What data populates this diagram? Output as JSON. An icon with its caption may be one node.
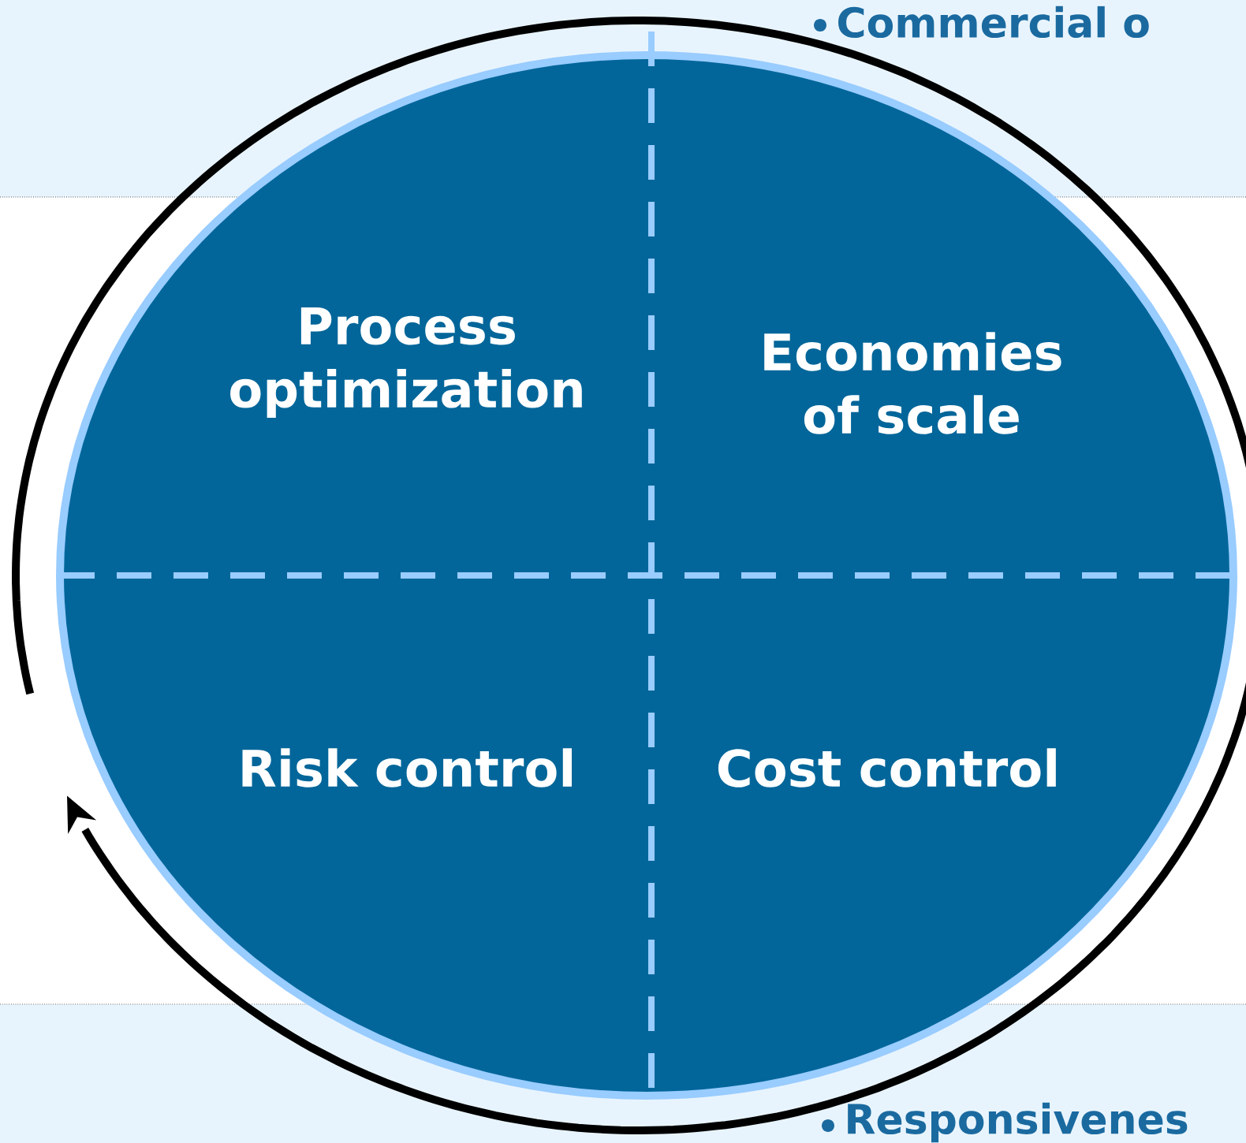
{
  "diagram": {
    "nodes": [
      {
        "text": [],
        "shape": "circle"
      },
      {
        "text": [
          "Process optimization"
        ],
        "in": 0
      },
      {
        "text": [
          "Economies of scale"
        ],
        "in": 0
      },
      {
        "text": [
          "Risk control"
        ],
        "in": 0
      },
      {
        "text": [
          "Cost control"
        ],
        "in": 0
      }
    ],
    "labels": [
      "Commercial o",
      "Responsivenes"
    ]
  }
}
